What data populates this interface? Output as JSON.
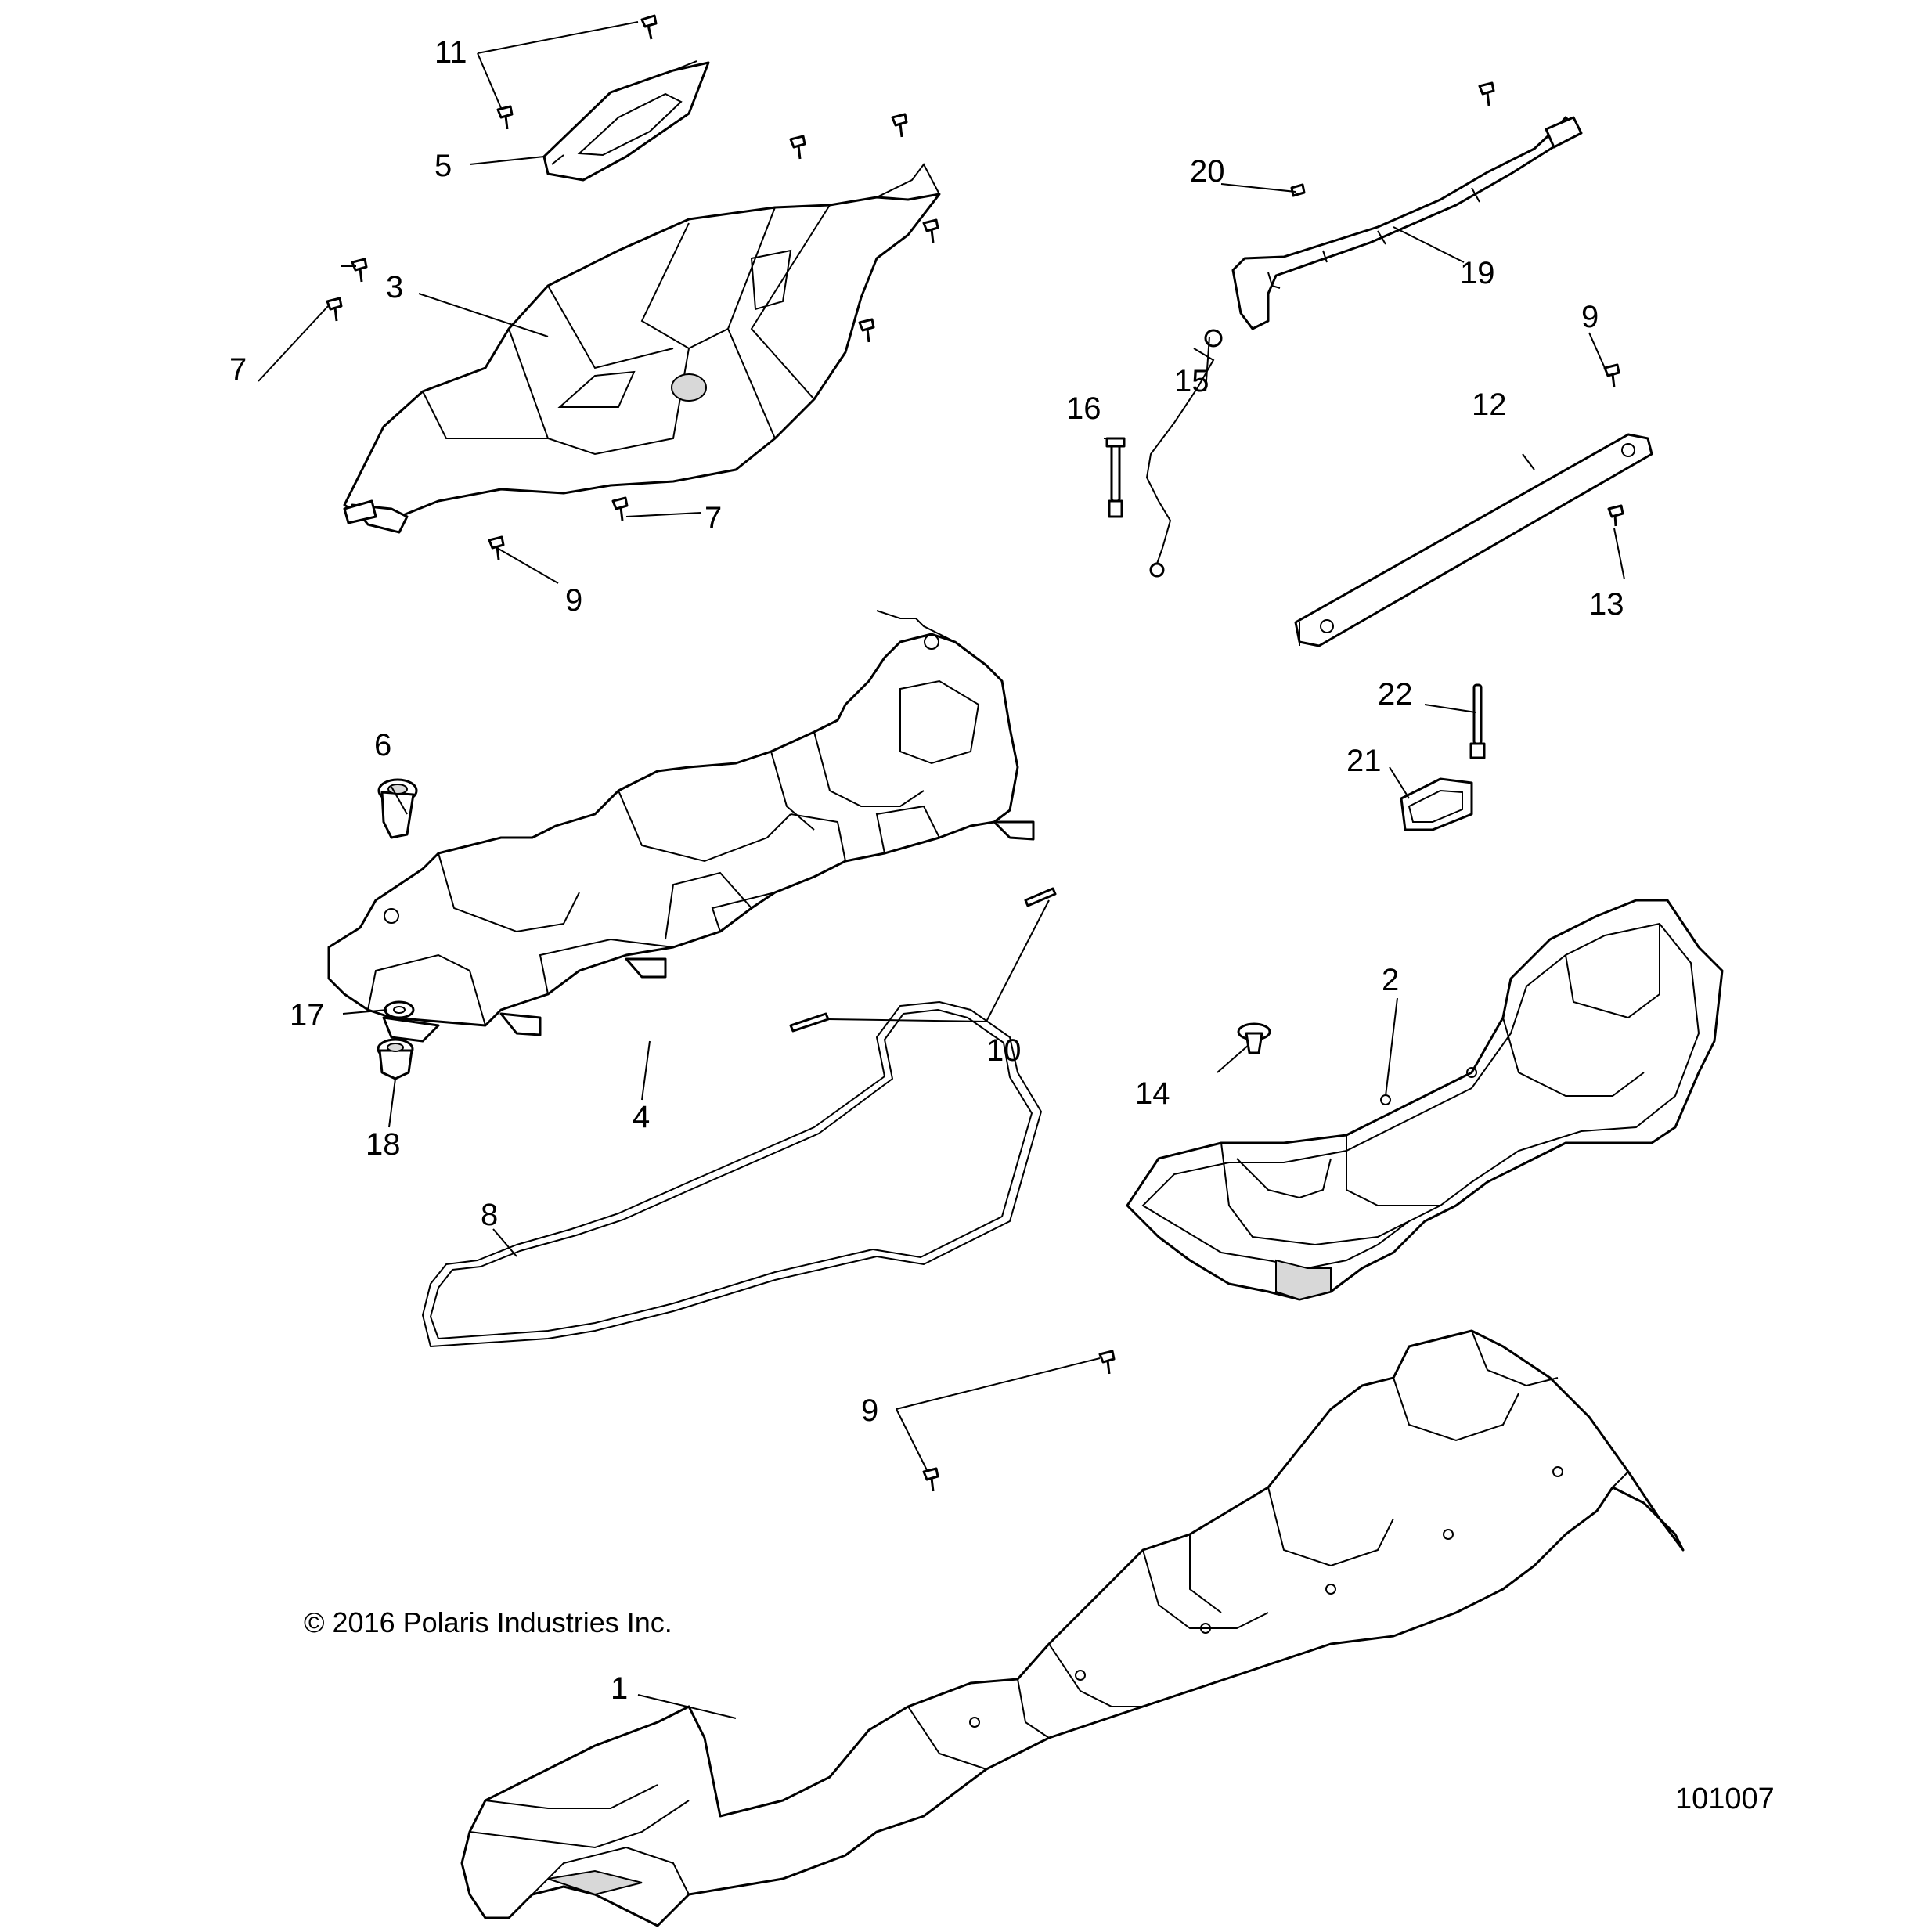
{
  "copyright": "© 2016 Polaris Industries Inc.",
  "figure_number": "101007",
  "callouts": {
    "c1": "1",
    "c2": "2",
    "c3": "3",
    "c4": "4",
    "c5": "5",
    "c6": "6",
    "c7a": "7",
    "c7b": "7",
    "c8": "8",
    "c9a": "9",
    "c9b": "9",
    "c9c": "9",
    "c10": "10",
    "c11": "11",
    "c12": "12",
    "c13": "13",
    "c14": "14",
    "c15": "15",
    "c16": "16",
    "c17": "17",
    "c18": "18",
    "c19": "19",
    "c20": "20",
    "c21": "21",
    "c22": "22"
  }
}
